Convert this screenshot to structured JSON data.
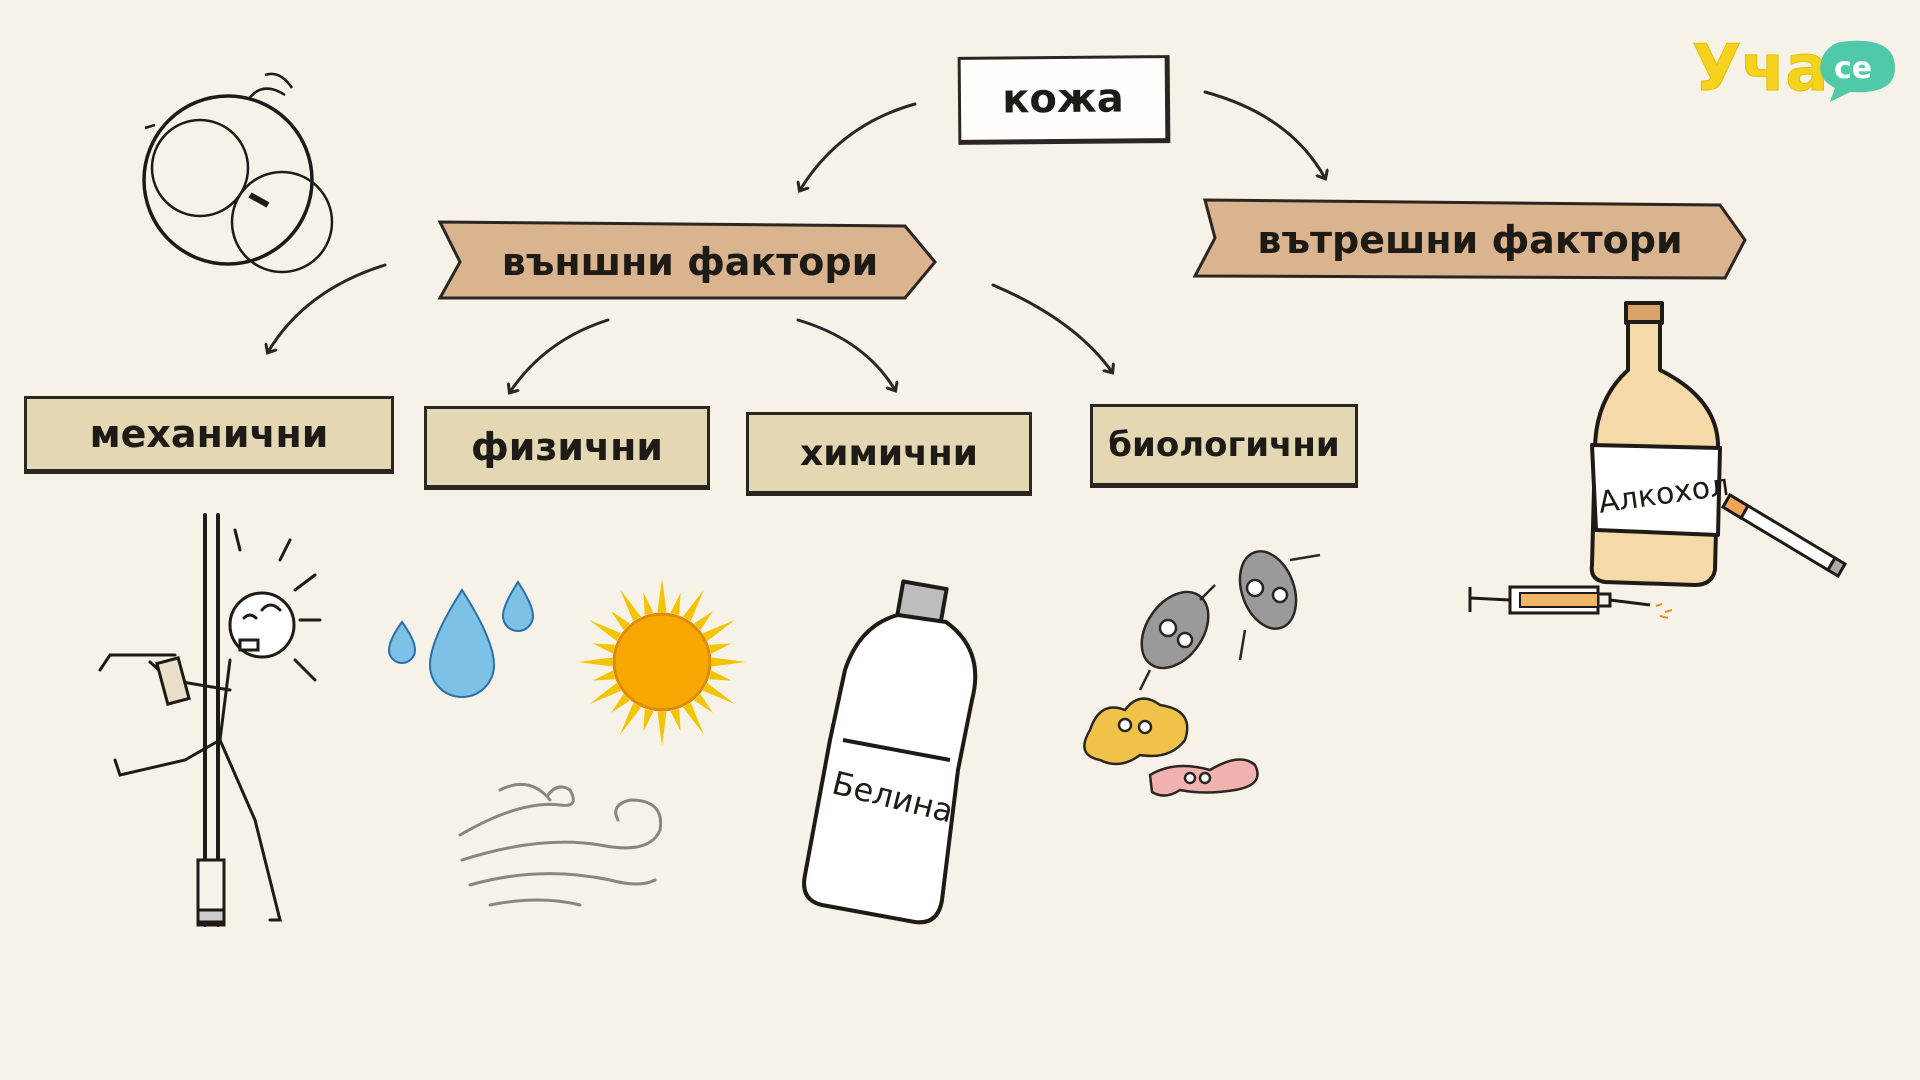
{
  "brand": {
    "logo_text": "Уча",
    "logo_badge": "се",
    "accent": "#f4d21e",
    "badge_color": "#4fc9a8"
  },
  "root": {
    "label": "кожа"
  },
  "external": {
    "label": "външни фактори"
  },
  "internal": {
    "label": "вътрешни фактори"
  },
  "categories": [
    {
      "label": "механични"
    },
    {
      "label": "физични"
    },
    {
      "label": "химични"
    },
    {
      "label": "биологични"
    }
  ],
  "illustrations": {
    "bleach_label": "Белина",
    "alcohol_label": "Алкохол"
  },
  "colors": {
    "ribbon": "#d9b48e",
    "tag": "#e3d7b4",
    "ink": "#2b2622",
    "background": "#f7f2e8"
  }
}
